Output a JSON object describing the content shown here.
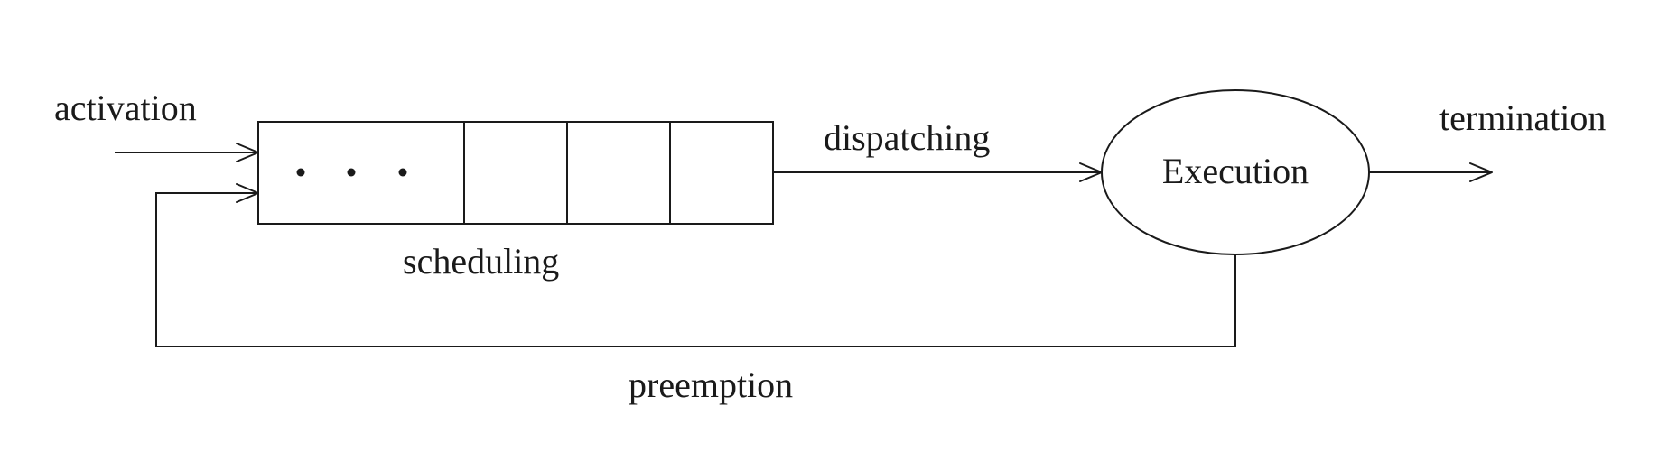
{
  "diagram": {
    "labels": {
      "activation": "activation",
      "dispatching": "dispatching",
      "execution": "Execution",
      "termination": "termination",
      "scheduling": "scheduling",
      "preemption": "preemption"
    },
    "queue": {
      "ellipsis_dots": 3,
      "empty_slots": 3
    },
    "colors": {
      "stroke": "#1a1a1a",
      "background": "#ffffff"
    }
  }
}
